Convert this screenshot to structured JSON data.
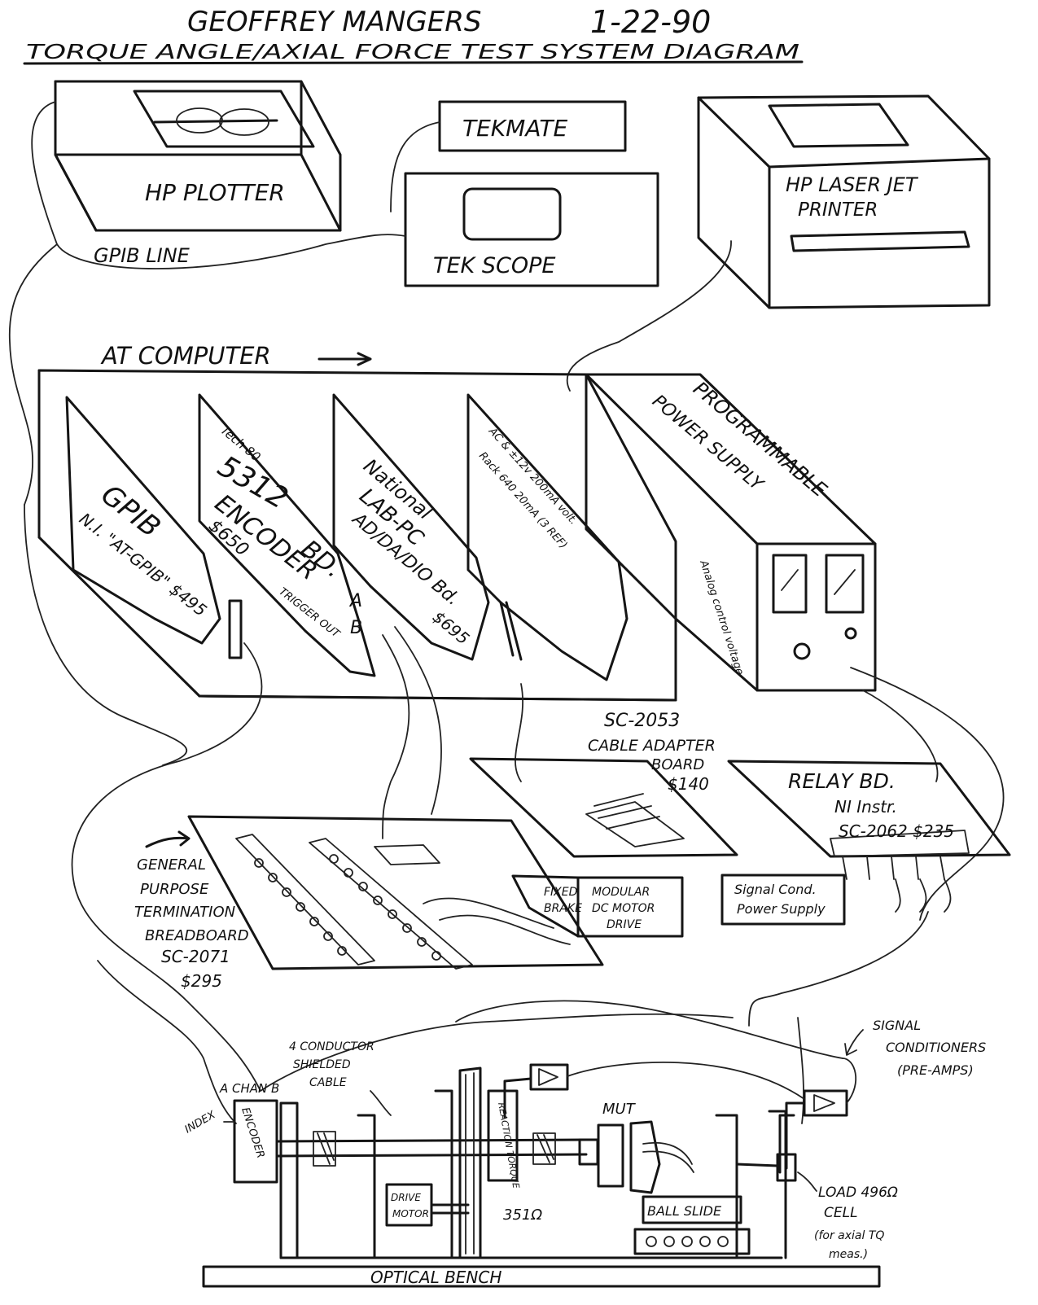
{
  "header": {
    "author": "GEOFFREY MANGERS",
    "date": "1-22-90",
    "title": "TORQUE ANGLE/AXIAL FORCE TEST SYSTEM DIAGRAM"
  },
  "peripherals": {
    "plotter": "HP PLOTTER",
    "gpib_line": "GPIB LINE",
    "tekmate": "TEKMATE",
    "scope": "TEK SCOPE",
    "laserjet_line1": "HP LASER JET",
    "laserjet_line2": "PRINTER"
  },
  "computer": {
    "label": "AT COMPUTER",
    "gpib_card": {
      "name": "GPIB",
      "model": "N.I. \"AT-GPIB\" $495"
    },
    "encoder_card": {
      "maker": "Tech 80",
      "model": "5312",
      "name_line1": "ENCODER",
      "name_line2": "BD.",
      "price": "$650",
      "ch_a": "A",
      "ch_b": "B",
      "trigger": "TRIGGER OUT"
    },
    "lab_card": {
      "line1": "National",
      "line2": "LAB-PC",
      "line3": "AD/DA/DIO Bd.",
      "price": "$695"
    },
    "power_card": {
      "line1": "AC & ±12v 200mA volt.",
      "line2": "Rack 640 20mA (3 REF)"
    },
    "power_supply": {
      "line1": "PROGRAMMABLE",
      "line2": "POWER SUPPLY",
      "analog": "Analog control voltage"
    }
  },
  "boards": {
    "cable_adapter": {
      "model": "SC-2053",
      "line1": "CABLE ADAPTER",
      "line2": "BOARD",
      "price": "$140"
    },
    "relay": {
      "line1": "RELAY BD.",
      "line2": "NI Instr.",
      "line3": "SC-2062 $235"
    },
    "breadboard": {
      "line1": "GENERAL",
      "line2": "PURPOSE",
      "line3": "TERMINATION",
      "line4": "BREADBOARD",
      "line5": "SC-2071",
      "line6": "$295"
    },
    "fixed_brake": {
      "line1": "FIXED",
      "line2": "BRAKE"
    },
    "motor_drive": {
      "line1": "MODULAR",
      "line2": "DC MOTOR",
      "line3": "DRIVE"
    },
    "signal_power": {
      "line1": "Signal Cond.",
      "line2": "Power Supply"
    }
  },
  "bench": {
    "cable_note": {
      "line1": "4 CONDUCTOR",
      "line2": "SHIELDED",
      "line3": "CABLE"
    },
    "conditioners": {
      "line1": "SIGNAL",
      "line2": "CONDITIONERS",
      "line3": "(PRE-AMPS)"
    },
    "encoder": "ENCODER",
    "index": "INDEX",
    "ch_ab": "A CHAN B",
    "reaction_sensor": "REACTION TORQUE",
    "drive_motor_line1": "DRIVE",
    "drive_motor_line2": "MOTOR",
    "resistance": "351Ω",
    "mut": "MUT",
    "ball_slide": "BALL SLIDE",
    "load_cell_line1": "LOAD  496Ω",
    "load_cell_line2": "CELL",
    "load_note_line1": "(for axial TQ",
    "load_note_line2": "meas.)",
    "optical_bench": "OPTICAL BENCH"
  }
}
